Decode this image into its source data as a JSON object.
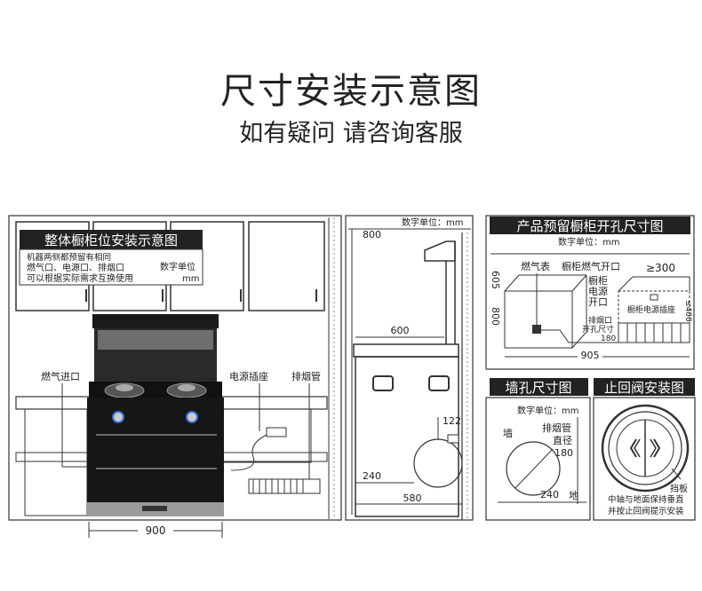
{
  "header": {
    "title": "尺寸安装示意图",
    "subtitle": "如有疑问 请咨询客服"
  },
  "panel_cabinet": {
    "heading": "整体橱柜位安装示意图",
    "note_line1": "机器两侧都预留有相同",
    "note_line2": "燃气口、电源口、排烟口",
    "note_line3": "可以根据实际需求互换使用",
    "unit_label": "数字单位",
    "unit_value": "mm",
    "gas_inlet": "燃气进口",
    "power_socket": "电源插座",
    "exhaust_pipe": "排烟管",
    "width_dim": "900"
  },
  "panel_side": {
    "unit": "数字单位：mm",
    "dim_800": "800",
    "dim_600": "600",
    "dim_122": "122",
    "dim_240": "240",
    "dim_580": "580"
  },
  "panel_cutout": {
    "heading": "产品预留橱柜开孔尺寸图",
    "unit": "数字单位：mm",
    "gas_meter": "燃气表",
    "cabinet_gas_opening": "橱柜燃气开口",
    "cabinet": "橱柜",
    "power": "电源",
    "opening": "开口",
    "dim_ge300": "≥300",
    "dim_605": "605",
    "dim_800": "800",
    "dim_le400": "≤400",
    "cabinet_socket": "橱柜电源插座",
    "exhaust_opening_1": "排烟口",
    "exhaust_opening_2": "开孔尺寸",
    "dim_180": "180",
    "dim_905": "905"
  },
  "panel_wall": {
    "heading": "墙孔尺寸图",
    "unit": "数字单位：mm",
    "wall": "墙",
    "exhaust": "排烟管",
    "diameter": "直径",
    "dim_180": "180",
    "dim_240": "240",
    "ground": "地"
  },
  "panel_valve": {
    "heading": "止回阀安装图",
    "baffle": "挡板",
    "note_line1": "中轴与地面保持垂直",
    "note_line2": "并按止回阀提示安装"
  }
}
